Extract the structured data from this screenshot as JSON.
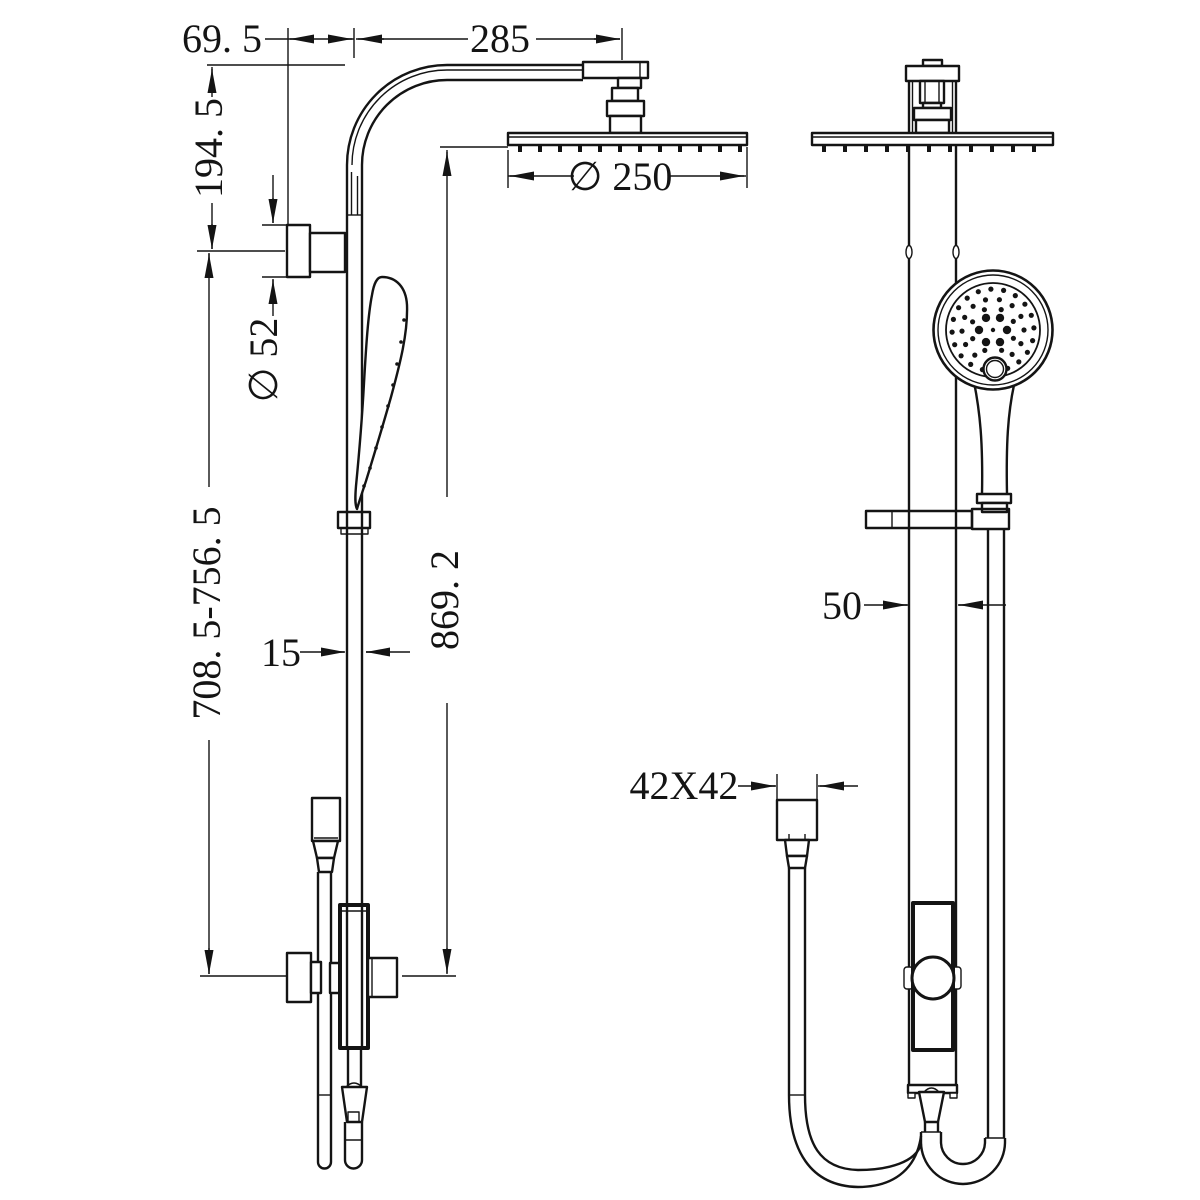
{
  "drawing": {
    "type": "technical-dimension-drawing",
    "subject": "twin-rail-shower-column-with-overhead-and-hand-shower",
    "background": "#ffffff",
    "line_color": "#141414",
    "side_view": {
      "dim_wall_to_rail": "69. 5",
      "dim_arm_reach": "285",
      "dim_arm_drop": "194. 5",
      "dim_bracket_diameter": "∅ 52",
      "dim_adjustable_range": "708. 5-756. 5",
      "dim_rail_depth": "15",
      "dim_overall_height": "869. 2",
      "dim_head_diameter": "∅ 250"
    },
    "front_view": {
      "dim_rail_width": "50",
      "dim_outlet_elbow": "42X42"
    }
  }
}
